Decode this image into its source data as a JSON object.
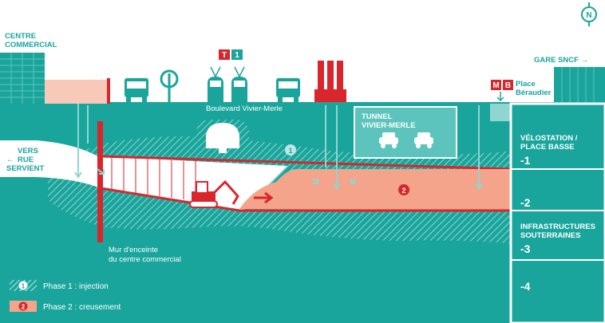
{
  "labels": {
    "centre_commercial_1": "CENTRE",
    "centre_commercial_2": "COMMERCIAL",
    "gare_sncf": "GARE SNCF →",
    "boulevard": "Boulevard Vivier-Merle",
    "tunnel_1": "TUNNEL",
    "tunnel_2": "VIVIER-MERLE",
    "vers_1": "VERS",
    "vers_2": "RUE",
    "vers_3": "SERVIENT",
    "place_beraudier_1": "Place",
    "place_beraudier_2": "Béraudier",
    "mur_1": "Mur d'enceinte",
    "mur_2": "du centre commercial",
    "compass": "N"
  },
  "metro_badges": {
    "tram_t": "T",
    "tram_1": "1",
    "metro_m": "M",
    "metro_b": "B"
  },
  "levels": [
    {
      "name_1": "VÉLOSTATION /",
      "name_2": "PLACE BASSE",
      "value": "-1"
    },
    {
      "name_1": "",
      "name_2": "",
      "value": "-2"
    },
    {
      "name_1": "INFRASTRUCTURES",
      "name_2": "SOUTERRAINES",
      "value": "-3"
    },
    {
      "name_1": "",
      "name_2": "",
      "value": "-4"
    }
  ],
  "phases": [
    {
      "number": "1",
      "label": "Phase 1 : injection"
    },
    {
      "number": "2",
      "label": "Phase 2 : creusement"
    }
  ],
  "colors": {
    "teal": "#1aa59c",
    "teal_light": "#5cc4bc",
    "red": "#d8262c",
    "salmon": "#f3a48a",
    "white": "#ffffff"
  }
}
